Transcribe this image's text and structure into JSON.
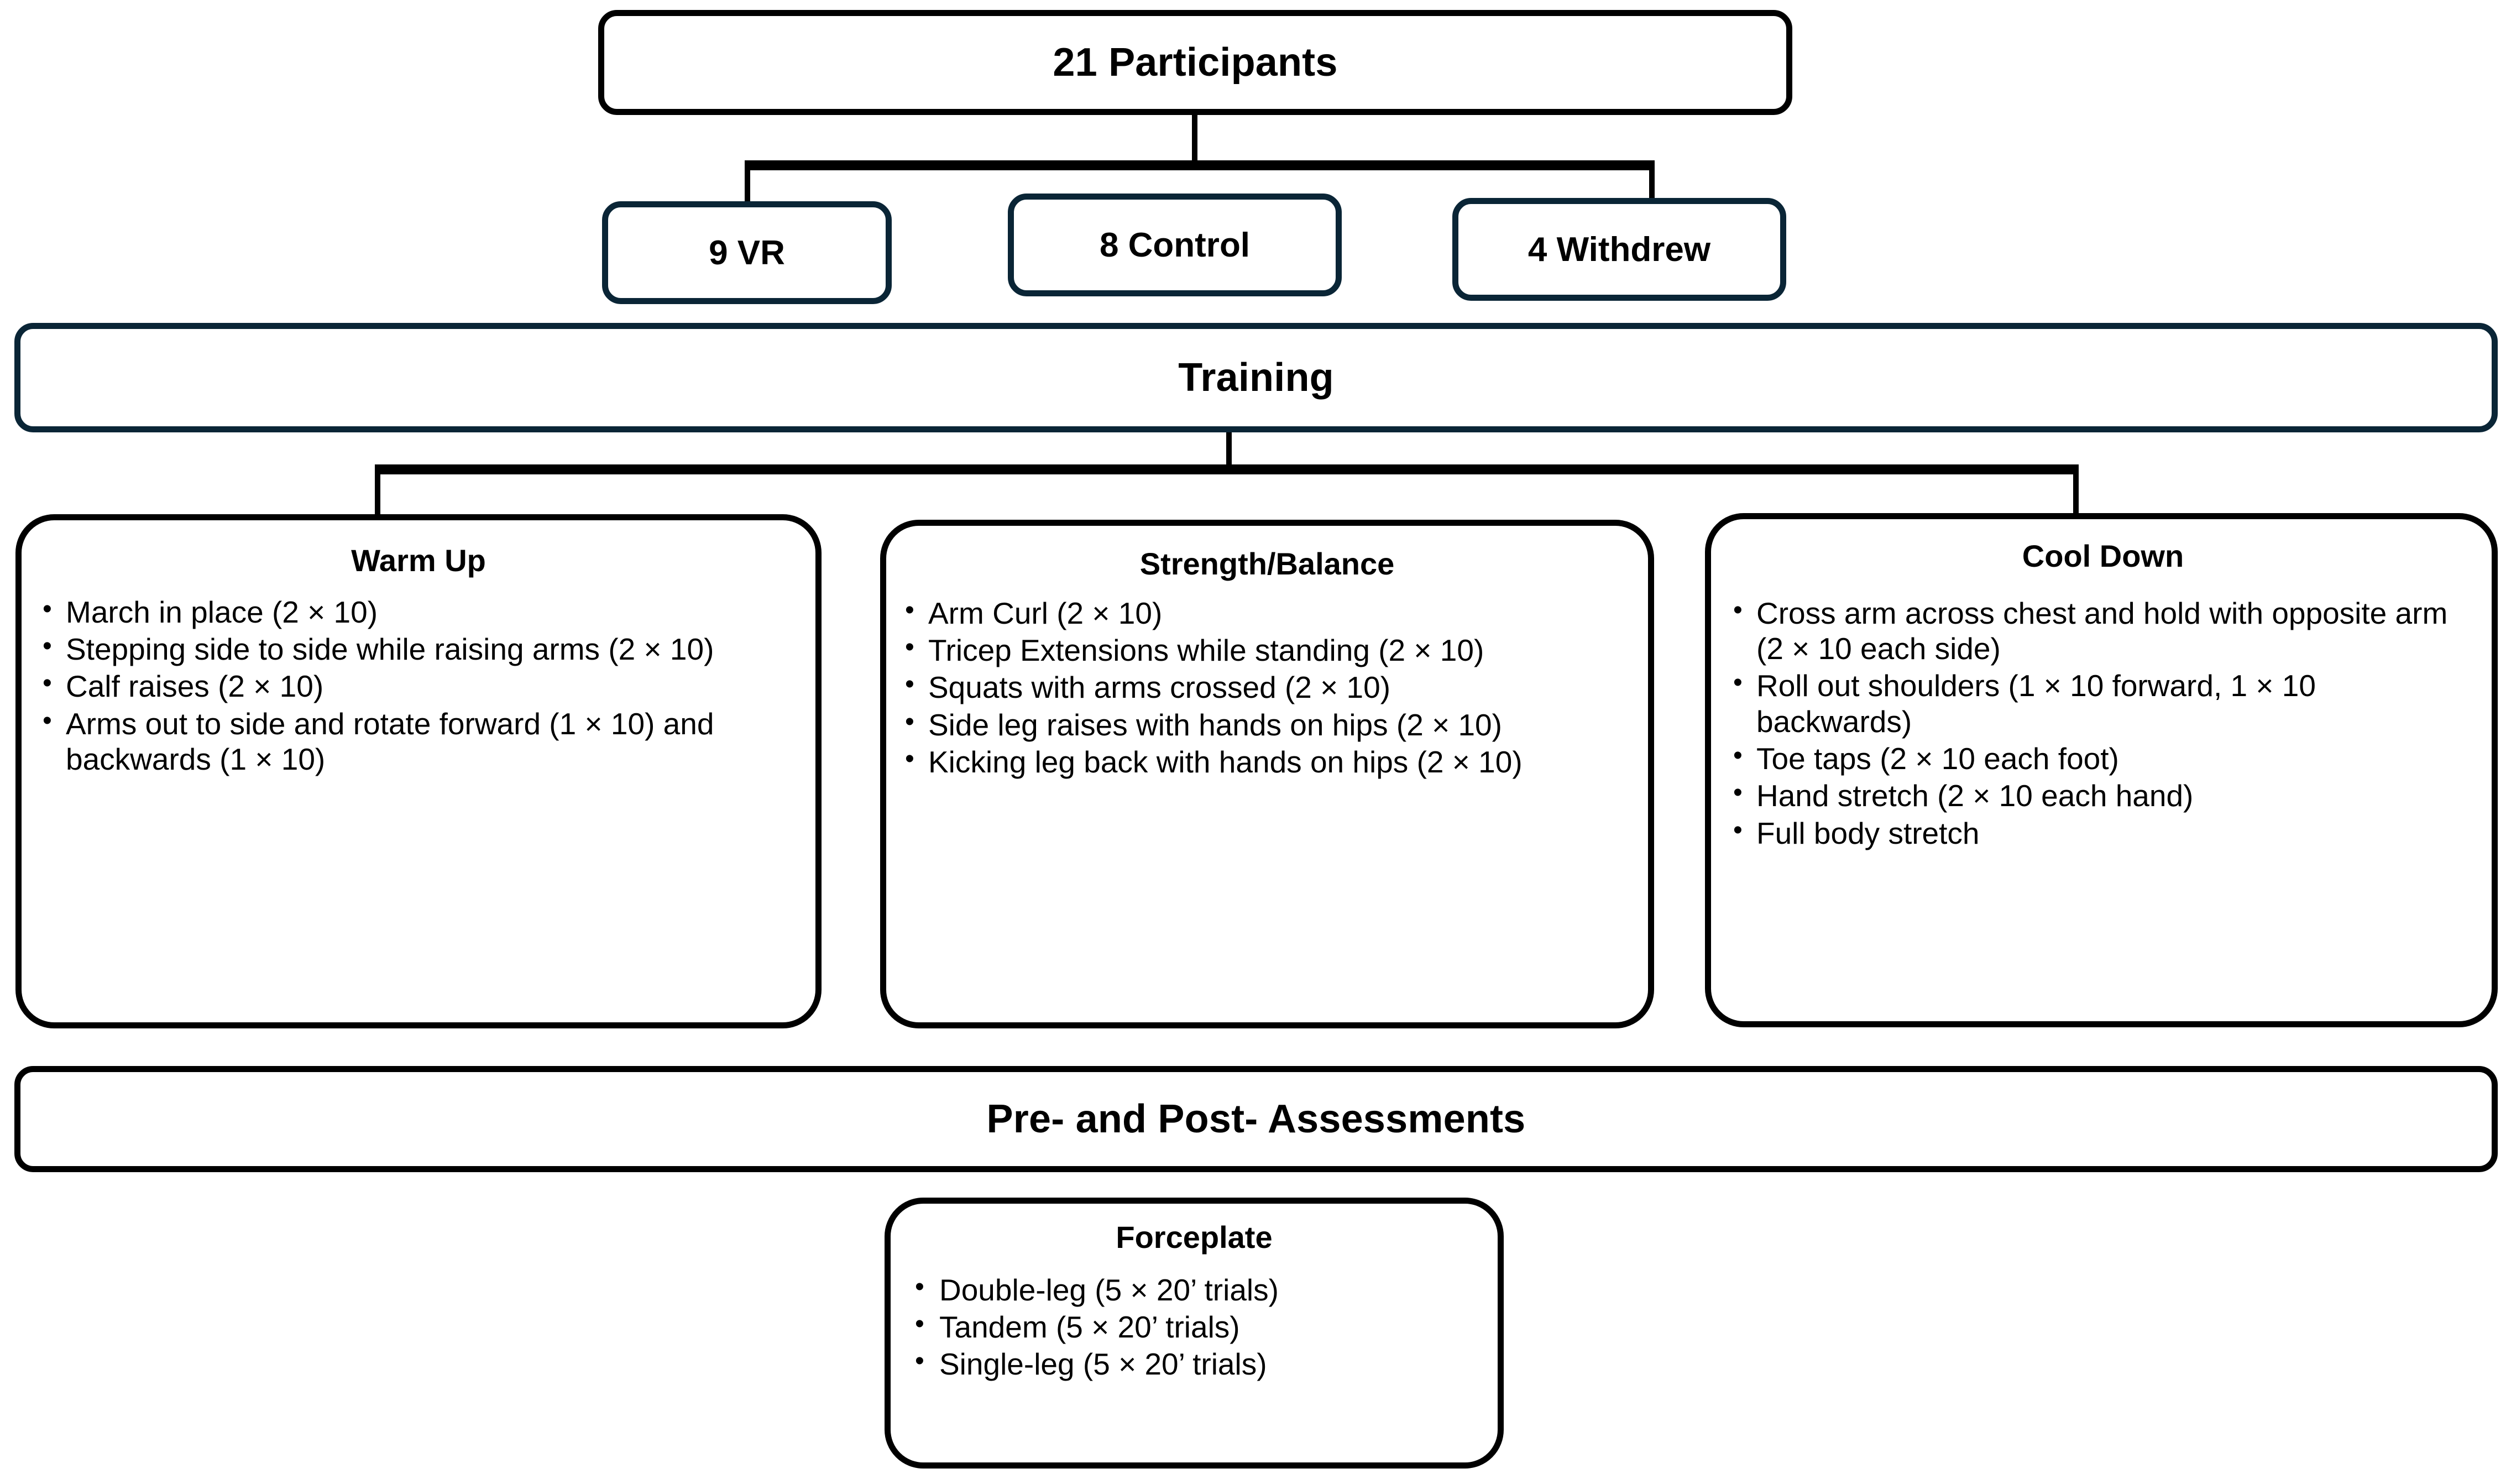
{
  "figure": {
    "type": "flowchart",
    "title_box": {
      "label": "21 Participants"
    },
    "groups": [
      {
        "label": "9 VR"
      },
      {
        "label": "8 Control"
      },
      {
        "label": "4 Withdrew"
      }
    ],
    "training_box": {
      "label": "Training"
    },
    "training_panels": [
      {
        "title": "Warm Up",
        "items": [
          "March in place (2 × 10)",
          "Stepping side to side while raising arms (2 × 10)",
          "Calf raises (2 × 10)",
          "Arms out to side and rotate forward (1 × 10) and backwards (1 × 10)"
        ]
      },
      {
        "title": "Strength/Balance",
        "items": [
          "Arm Curl (2 × 10)",
          "Tricep Extensions while standing (2 × 10)",
          "Squats with arms crossed (2 × 10)",
          "Side leg raises with hands on hips (2 × 10)",
          "Kicking leg back with hands on hips (2 × 10)"
        ]
      },
      {
        "title": "Cool Down",
        "items": [
          "Cross arm across chest and hold with opposite arm (2 × 10 each side)",
          "Roll out shoulders (1 × 10 forward, 1 × 10 backwards)",
          "Toe taps (2 × 10 each foot)",
          "Hand stretch (2 × 10 each hand)",
          "Full body stretch"
        ]
      }
    ],
    "assessments_box": {
      "label": "Pre- and Post- Assessments"
    },
    "forceplate_panel": {
      "title": "Forceplate",
      "items": [
        "Double-leg (5 × 20’ trials)",
        "Tandem (5 × 20’ trials)",
        "Single-leg (5 × 20’ trials)"
      ]
    },
    "colors": {
      "line": "#000000",
      "navy_border": "#0a2536",
      "black_border": "#000000",
      "background": "#ffffff"
    }
  }
}
